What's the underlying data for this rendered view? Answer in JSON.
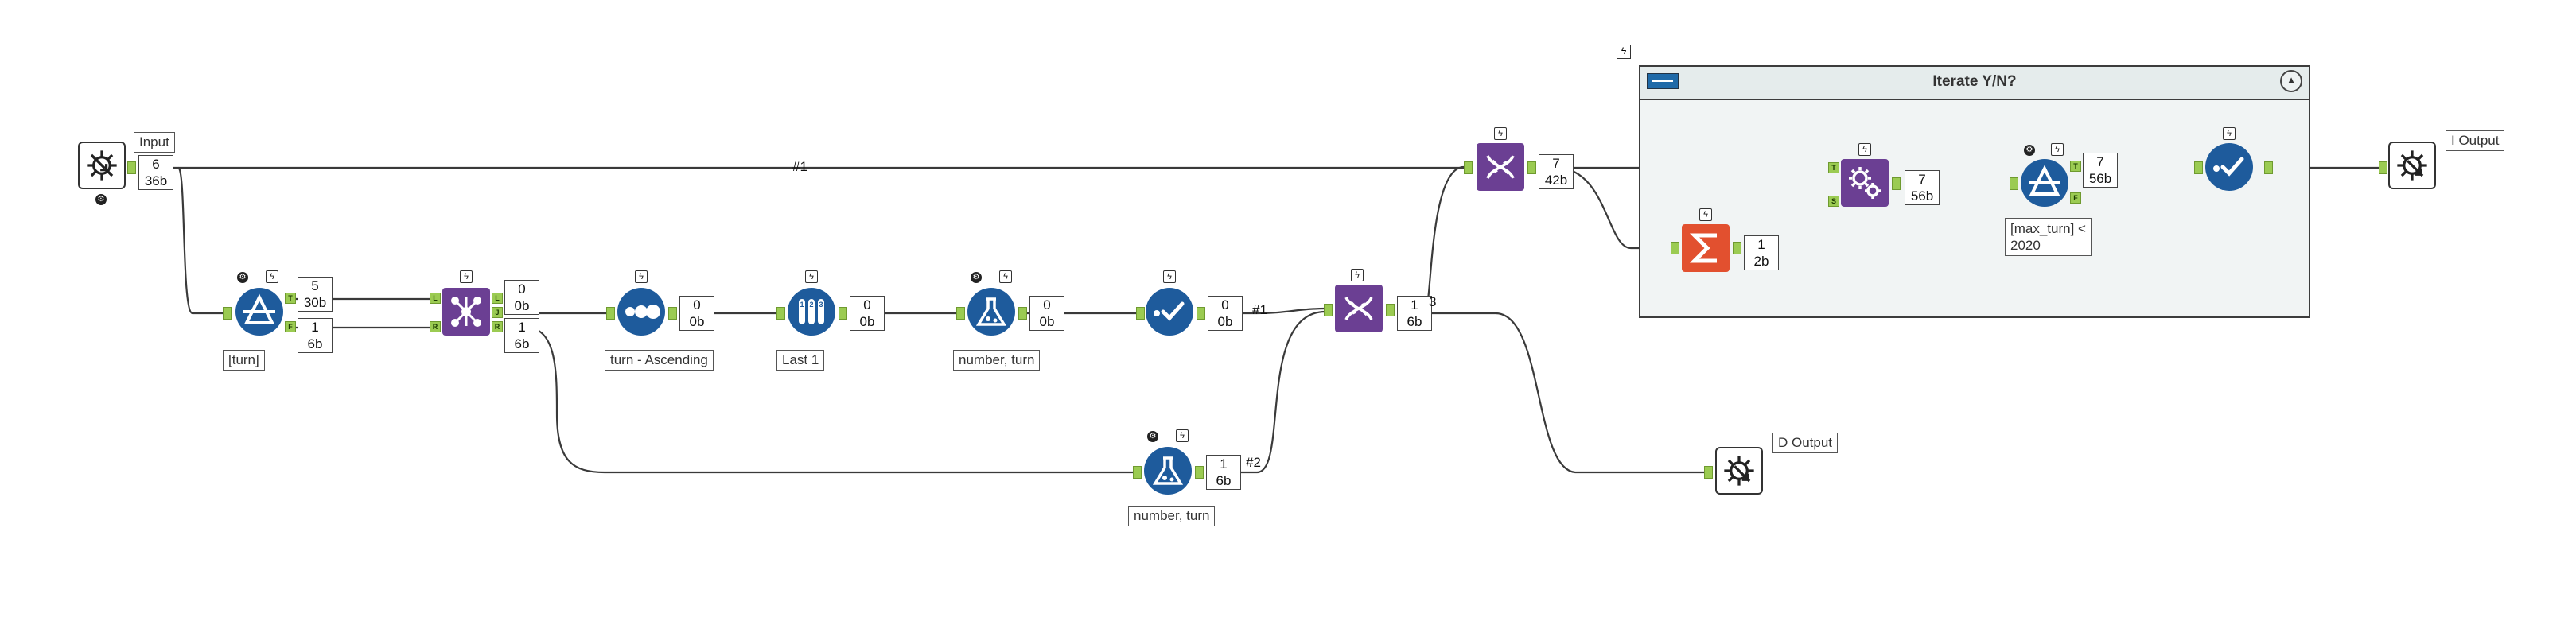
{
  "container": {
    "title": "Iterate Y/N?",
    "collapse_glyph": "▲"
  },
  "annotations": {
    "input": "Input",
    "filter_turn": "[turn]",
    "sort": "turn - Ascending",
    "sample": "Last 1",
    "formula_a": "number, turn",
    "formula_b": "number, turn",
    "filter_max_line1": "[max_turn] <",
    "filter_max_line2": "2020",
    "d_output": "D Output",
    "i_output": "I Output"
  },
  "counts": {
    "input": [
      "6",
      "36b"
    ],
    "filter_true": [
      "5",
      "30b"
    ],
    "filter_false": [
      "1",
      "6b"
    ],
    "join_j": [
      "0",
      "0b"
    ],
    "join_r": [
      "1",
      "6b"
    ],
    "sort": [
      "0",
      "0b"
    ],
    "sample": [
      "0",
      "0b"
    ],
    "formula_a": [
      "0",
      "0b"
    ],
    "select_a": [
      "0",
      "0b"
    ],
    "formula_b": [
      "1",
      "6b"
    ],
    "union_lower": [
      "1",
      "6b"
    ],
    "union_upper": [
      "7",
      "42b"
    ],
    "summarize": [
      "1",
      "2b"
    ],
    "append": [
      "7",
      "56b"
    ],
    "filter_max": [
      "7",
      "56b"
    ]
  },
  "wire_labels": {
    "main": "#1",
    "union_lower_in1": "#1",
    "union_lower_in2": "#2",
    "union_lower_out3": "3"
  },
  "anchor_letters": {
    "T": "T",
    "F": "F",
    "L": "L",
    "J": "J",
    "R": "R",
    "S": "S"
  },
  "icons": {
    "macro_input": "macro-input-icon",
    "filter": "filter-icon",
    "join": "join-icon",
    "sort": "sort-icon",
    "sample": "sample-icon",
    "formula": "formula-icon",
    "select": "select-icon",
    "union": "union-icon",
    "summarize": "summarize-icon",
    "append": "append-fields-icon",
    "macro_output": "macro-output-icon",
    "cache_badge": "lightning-icon",
    "config_badge": "gear-badge-icon",
    "container_bar": "container-bar-icon"
  },
  "colors": {
    "tool_blue": "#1e5b9c",
    "tool_purple": "#6b3f93",
    "tool_orange": "#e2502f",
    "anchor_green": "#9bcb52",
    "wire": "#3a3a3a"
  },
  "badge_glyphs": {
    "cache": "ϟ",
    "config": "⚙"
  }
}
